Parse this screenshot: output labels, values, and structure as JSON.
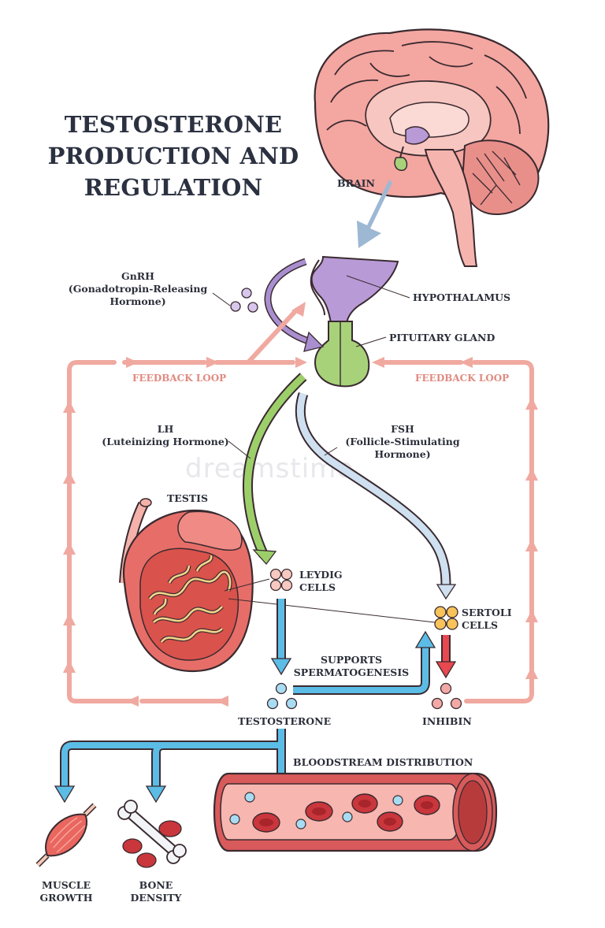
{
  "title": {
    "line1": "TESTOSTERONE",
    "line2": "PRODUCTION AND",
    "line3": "REGULATION"
  },
  "labels": {
    "brain": "BRAIN",
    "gnrh_line1": "GnRH",
    "gnrh_line2": "(Gonadotropin-Releasing",
    "gnrh_line3": "Hormone)",
    "hypothalamus": "HYPOTHALAMUS",
    "pituitary": "PITUITARY GLAND",
    "feedback_left": "FEEDBACK LOOP",
    "feedback_right": "FEEDBACK LOOP",
    "lh_line1": "LH",
    "lh_line2": "(Luteinizing Hormone)",
    "fsh_line1": "FSH",
    "fsh_line2": "(Follicle-Stimulating",
    "fsh_line3": "Hormone)",
    "testis": "TESTIS",
    "leydig_line1": "LEYDIG",
    "leydig_line2": "CELLS",
    "sertoli_line1": "SERTOLI",
    "sertoli_line2": "CELLS",
    "supports_line1": "SUPPORTS",
    "supports_line2": "SPERMATOGENESIS",
    "testosterone": "TESTOSTERONE",
    "inhibin": "INHIBIN",
    "bloodstream": "BLOODSTREAM DISTRIBUTION",
    "muscle_line1": "MUSCLE",
    "muscle_line2": "GROWTH",
    "bone_line1": "BONE",
    "bone_line2": "DENSITY"
  },
  "watermark": "dreamstime",
  "colors": {
    "feedback": "#f0a9a0",
    "lh_arrow": "#9ccf6a",
    "fsh_arrow": "#cfe0f0",
    "testosterone_arrow": "#5bbde6",
    "inhibin_arrow": "#e8484f",
    "gnrh_arrow": "#a98fd0",
    "brain_arrow": "#9db8d3",
    "hypothalamus": "#b79ad6",
    "pituitary": "#a7d27a",
    "red_cell": "#c9363c",
    "vessel": "#d85a5a"
  }
}
